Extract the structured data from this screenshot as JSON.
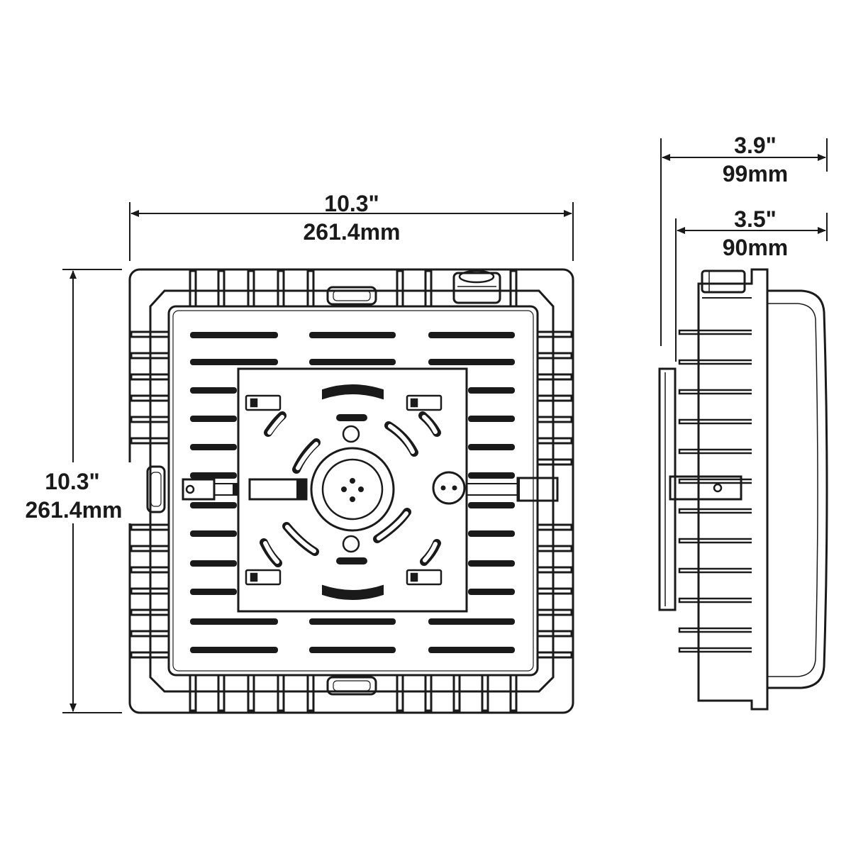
{
  "diagram": {
    "colors": {
      "line": "#1a1a1a",
      "background": "#ffffff"
    },
    "front_view": {
      "width": {
        "inches": "10.3\"",
        "mm": "261.4mm"
      },
      "height": {
        "inches": "10.3\"",
        "mm": "261.4mm"
      }
    },
    "side_view": {
      "overall_depth": {
        "inches": "3.9\"",
        "mm": "99mm"
      },
      "body_depth": {
        "inches": "3.5\"",
        "mm": "90mm"
      }
    }
  }
}
